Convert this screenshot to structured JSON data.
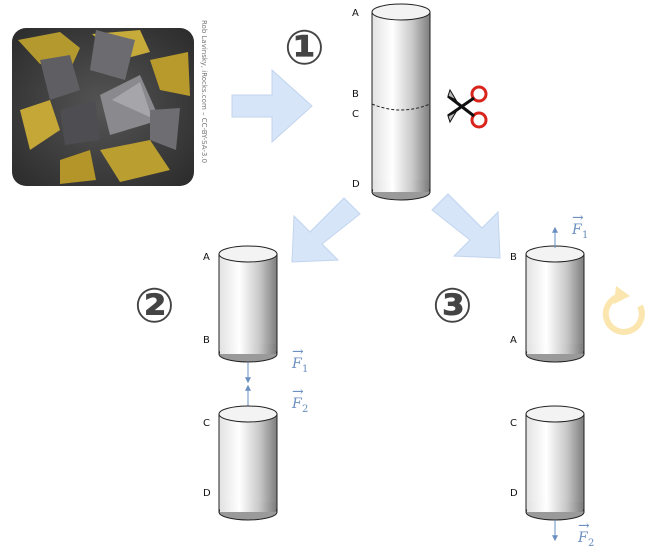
{
  "photo_credit": "Rob Lavinsky, iRocks.com – CC-BY-SA-3.0",
  "steps": {
    "one": "①",
    "two": "②",
    "three": "③"
  },
  "cylinder_main": {
    "top": "A",
    "b": "B",
    "c": "C",
    "bottom": "D"
  },
  "left_top": {
    "top": "A",
    "bottom": "B"
  },
  "left_bottom": {
    "top": "C",
    "bottom": "D"
  },
  "right_top": {
    "top": "B",
    "bottom": "A"
  },
  "right_bottom": {
    "top": "C",
    "bottom": "D"
  },
  "forces": {
    "f1_symbol": "F",
    "f1_sub": "1",
    "f2_symbol": "F",
    "f2_sub": "2"
  },
  "colors": {
    "arrow_fill": "#d6e5f7",
    "arrow_stroke": "#c2d4ee",
    "force": "#6a8fc0",
    "rotate": "#fbe6b0",
    "scissors": "#d9241c"
  }
}
